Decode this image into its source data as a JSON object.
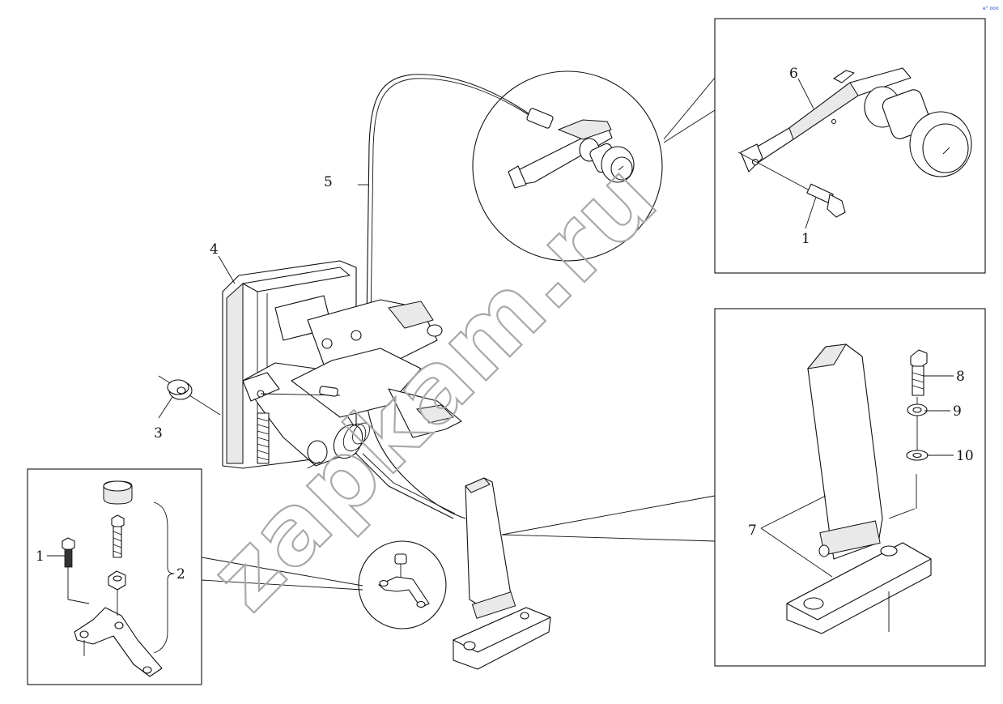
{
  "diagram": {
    "callouts": {
      "c1_left": "1",
      "c1_right": "1",
      "c2": "2",
      "c3": "3",
      "c4": "4",
      "c5": "5",
      "c6": "6",
      "c7": "7",
      "c8": "8",
      "c9": "9",
      "c10": "10"
    },
    "watermark": "zapkam.ru",
    "corner_mark": "e° ooo"
  }
}
